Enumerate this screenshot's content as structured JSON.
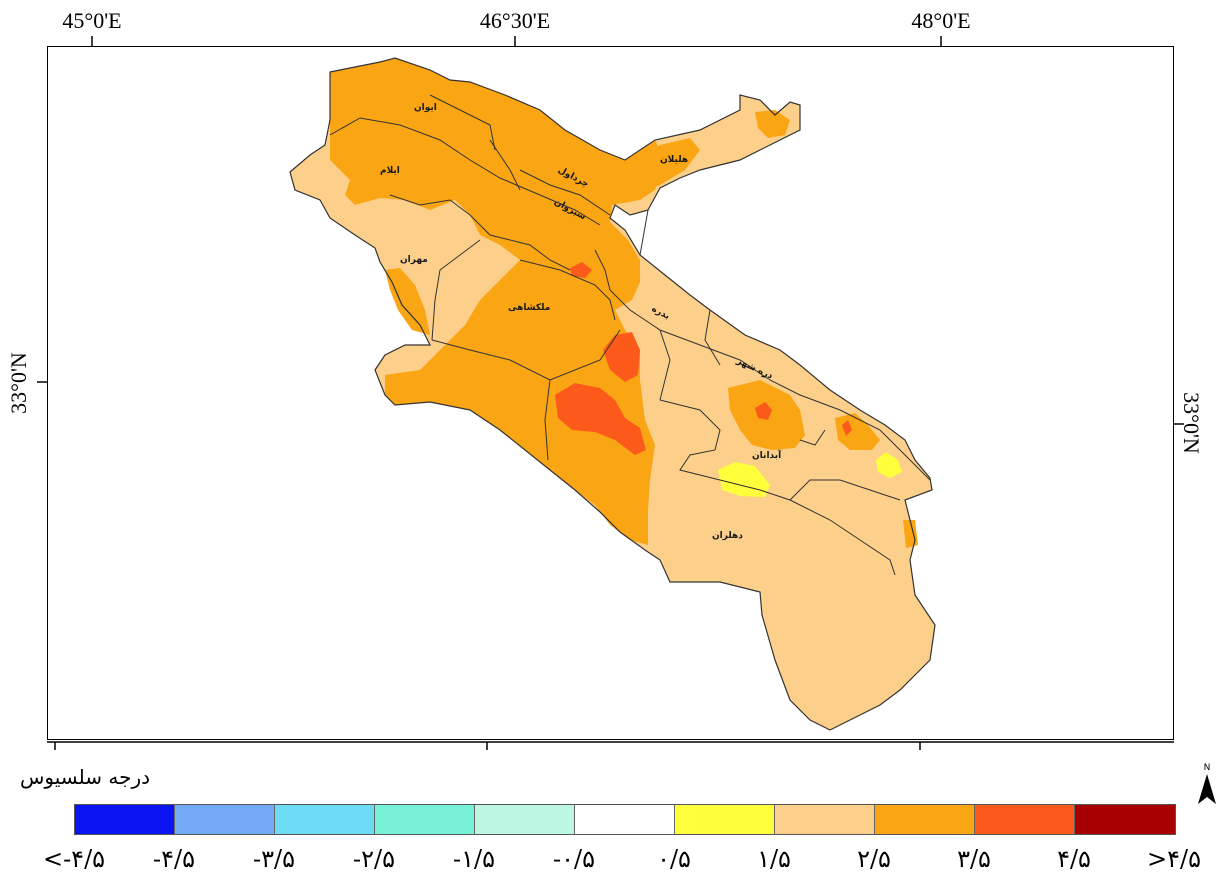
{
  "coords": {
    "top": [
      "45°0'E",
      "46°30'E",
      "48°0'E"
    ],
    "left": "33°0'N",
    "right": "33°0'N"
  },
  "places": [
    "ایوان",
    "ایلام",
    "چرداول",
    "سیروان",
    "هلیلان",
    "مهران",
    "ملکشاهی",
    "بدره",
    "دره شهر",
    "آبدانان",
    "دهلران"
  ],
  "unit_label": "درجه سلسیوس",
  "north_label": "N",
  "legend": {
    "colors": [
      "#0a14f0",
      "#74aaf5",
      "#6cdcf5",
      "#78f2d6",
      "#bdf7e4",
      "#ffffff",
      "#ffff3c",
      "#fcd08a",
      "#faa514",
      "#fb5a1a",
      "#a80000"
    ],
    "labels": [
      "<-۴/۵",
      "-۴/۵",
      "-۳/۵",
      "-۲/۵",
      "-۱/۵",
      "-۰/۵",
      "۰/۵",
      "۱/۵",
      "۲/۵",
      "۳/۵",
      "۴/۵",
      ">۴/۵"
    ]
  },
  "zone_colors": {
    "light": "#fcd08a",
    "medium": "#faa514",
    "strong": "#fb5a1a",
    "low": "#ffff3c"
  }
}
